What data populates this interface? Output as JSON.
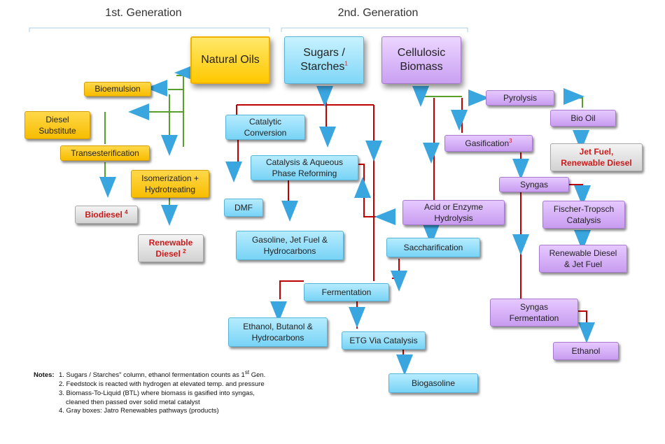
{
  "generations": {
    "first": "1st. Generation",
    "second": "2nd. Generation"
  },
  "heads": {
    "natural_oils": "Natural Oils",
    "sugars_line1": "Sugars /",
    "sugars_line2": "Starches",
    "sugars_sup": "1",
    "cellulosic_line1": "Cellulosic",
    "cellulosic_line2": "Biomass"
  },
  "nodes": {
    "bioemulsion": "Bioemulsion",
    "diesel_substitute_1": "Diesel",
    "diesel_substitute_2": "Substitute",
    "transesterification": "Transesterification",
    "isomerization_1": "Isomerization +",
    "isomerization_2": "Hydrotreating",
    "biodiesel": "Biodiesel",
    "biodiesel_sup": "4",
    "renewable_diesel_1": "Renewable",
    "renewable_diesel_2": "Diesel",
    "renewable_diesel_sup": "2",
    "catalytic_conversion_1": "Catalytic",
    "catalytic_conversion_2": "Conversion",
    "catalysis_aqueous_1": "Catalysis & Aqueous",
    "catalysis_aqueous_2": "Phase Reforming",
    "dmf": "DMF",
    "gasoline_jet_1": "Gasoline, Jet Fuel &",
    "gasoline_jet_2": "Hydrocarbons",
    "acid_enzyme_1": "Acid or Enzyme",
    "acid_enzyme_2": "Hydrolysis",
    "saccharification": "Saccharification",
    "fermentation": "Fermentation",
    "ethanol_butanol_1": "Ethanol, Butanol &",
    "ethanol_butanol_2": "Hydrocarbons",
    "etg": "ETG Via Catalysis",
    "biogasoline": "Biogasoline",
    "pyrolysis": "Pyrolysis",
    "bio_oil": "Bio Oil",
    "jet_fuel_1": "Jet Fuel,",
    "jet_fuel_2": "Renewable Diesel",
    "gasification": "Gasification",
    "gasification_sup": "3",
    "syngas": "Syngas",
    "fischer_1": "Fischer-Tropsch",
    "fischer_2": "Catalysis",
    "renewable_diesel_jet_1": "Renewable Diesel",
    "renewable_diesel_jet_2": "& Jet Fuel",
    "syngas_fermentation_1": "Syngas",
    "syngas_fermentation_2": "Fermentation",
    "ethanol": "Ethanol"
  },
  "notes": {
    "label": "Notes:",
    "n1": "1. Sugars / Starches\" column, ethanol fermentation counts as 1",
    "n1_sup": "st",
    "n1_end": " Gen.",
    "n2": "2. Feedstock is reacted with hydrogen at elevated temp. and pressure",
    "n3a": "3. Biomass-To-Liquid (BTL) where biomass is gasified into syngas,",
    "n3b": "cleaned then passed over solid metal catalyst",
    "n4": "4. Gray boxes: Jatro Renewables pathways (products)"
  },
  "colors": {
    "yellow": "#f7bd00",
    "blue": "#78d3f5",
    "purple": "#c89cf0",
    "gray": "#d2d2d2",
    "red_line": "#c00000",
    "green_line": "#5a9e2e",
    "arrow_blue": "#3aa6e0",
    "highlight_text": "#cc1a1a"
  }
}
